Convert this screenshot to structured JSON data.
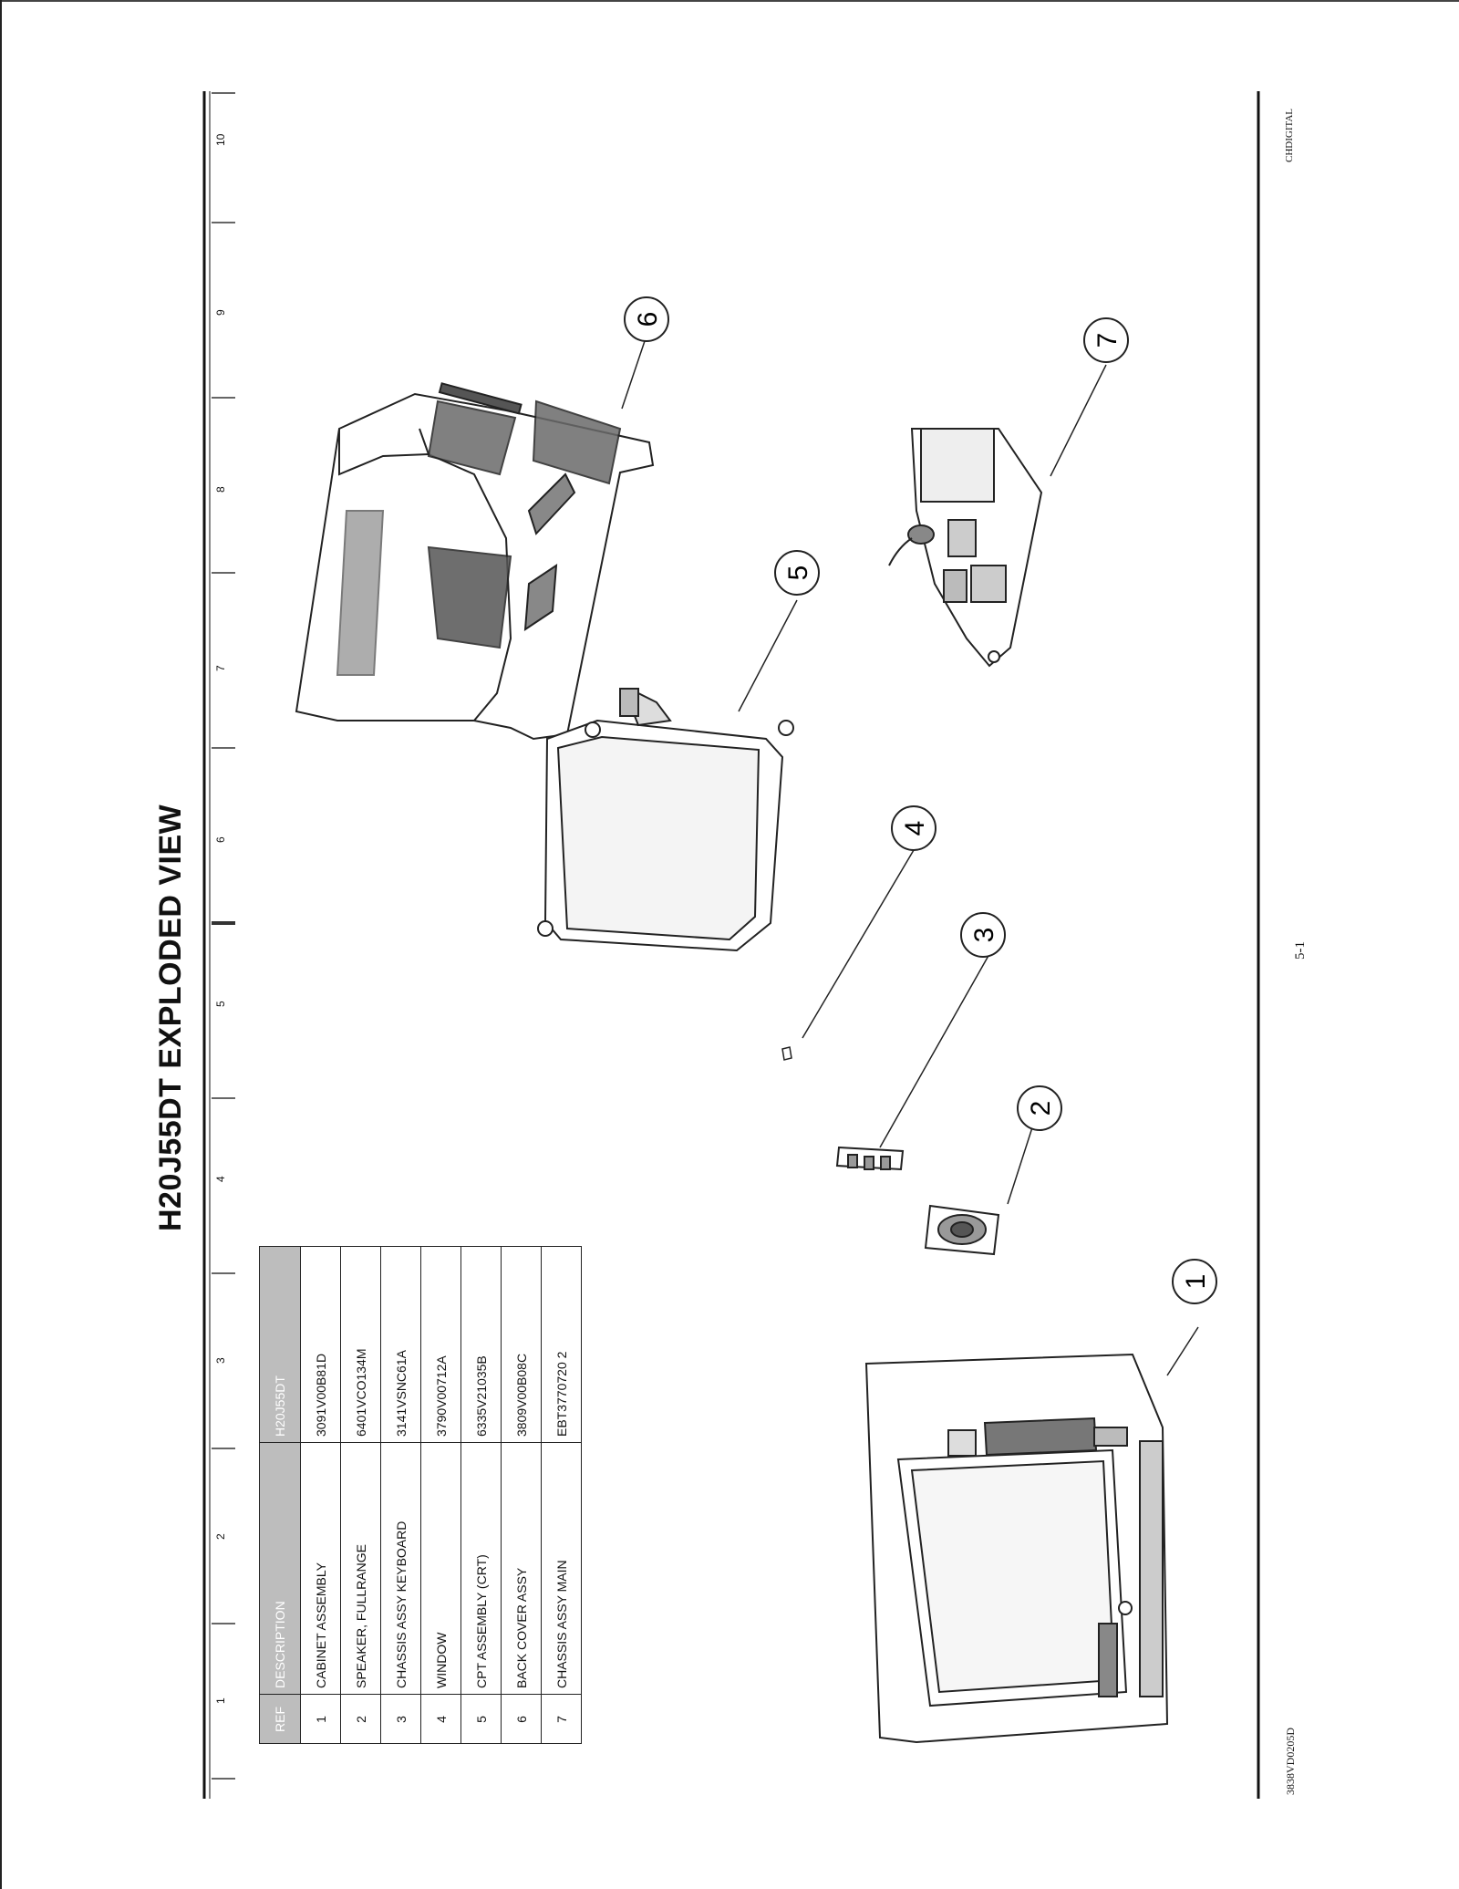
{
  "title": "H20J55DT EXPLODED VIEW",
  "doc_code": "3838VD0205D",
  "page_number": "5-1",
  "brand_mark": "CHDIGITAL",
  "ruler_numbers": [
    "1",
    "2",
    "3",
    "4",
    "5",
    "6",
    "7",
    "8",
    "9",
    "10"
  ],
  "table": {
    "headers": {
      "ref": "REF",
      "description": "DESCRIPTION",
      "model": "H20J55DT"
    },
    "rows": [
      {
        "ref": "1",
        "description": "CABINET ASSEMBLY",
        "part": "3091V00B81D"
      },
      {
        "ref": "2",
        "description": "SPEAKER, FULLRANGE",
        "part": "6401VCO134M"
      },
      {
        "ref": "3",
        "description": "CHASSIS ASSY KEYBOARD",
        "part": "3141VSNC61A"
      },
      {
        "ref": "4",
        "description": "WINDOW",
        "part": "3790V00712A"
      },
      {
        "ref": "5",
        "description": "CPT ASSEMBLY (CRT)",
        "part": "6335V21035B"
      },
      {
        "ref": "6",
        "description": "BACK COVER ASSY",
        "part": "3809V00B08C"
      },
      {
        "ref": "7",
        "description": "CHASSIS ASSY MAIN",
        "part": "EBT3770720 2"
      }
    ]
  },
  "callouts": [
    "1",
    "2",
    "3",
    "4",
    "5",
    "6",
    "7"
  ]
}
